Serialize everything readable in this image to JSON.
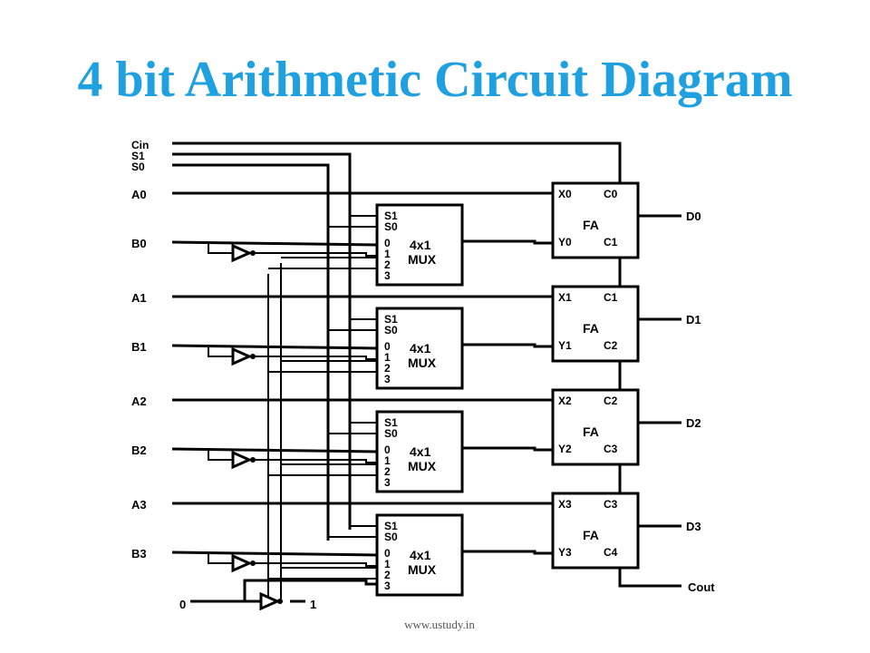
{
  "title": "4 bit Arithmetic Circuit Diagram",
  "footer": "www.ustudy.in",
  "inputs": {
    "cin": "Cin",
    "s1": "S1",
    "s0": "S0",
    "a": [
      "A0",
      "A1",
      "A2",
      "A3"
    ],
    "b": [
      "B0",
      "B1",
      "B2",
      "B3"
    ],
    "zero": "0",
    "one": "1"
  },
  "mux": {
    "s1": "S1",
    "s0": "S0",
    "pins": [
      "0",
      "1",
      "2",
      "3"
    ],
    "type": "4x1",
    "name": "MUX"
  },
  "fa": {
    "name": "FA",
    "x": [
      "X0",
      "X1",
      "X2",
      "X3"
    ],
    "y": [
      "Y0",
      "Y1",
      "Y2",
      "Y3"
    ],
    "cin": [
      "C0",
      "C1",
      "C2",
      "C3"
    ],
    "cout": [
      "C1",
      "C2",
      "C3",
      "C4"
    ]
  },
  "outputs": {
    "d": [
      "D0",
      "D1",
      "D2",
      "D3"
    ],
    "cout": "Cout"
  }
}
